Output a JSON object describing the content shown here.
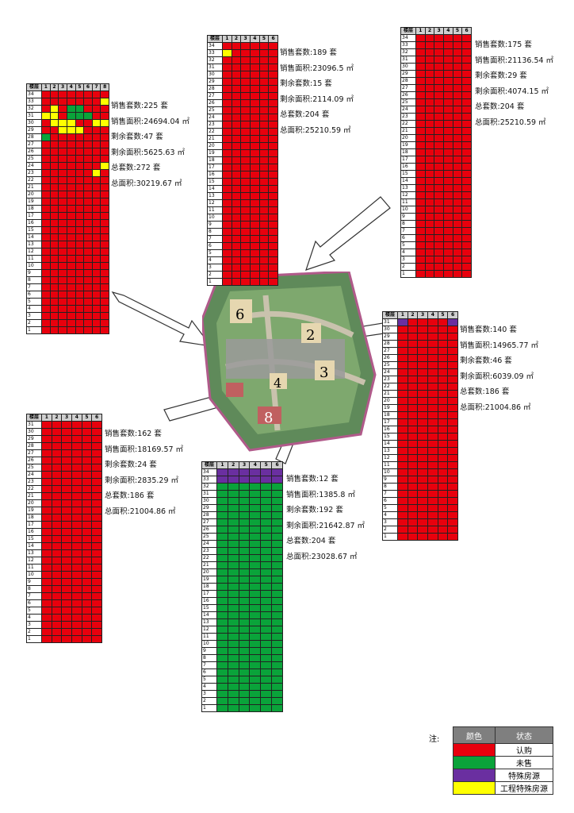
{
  "chart_data": {
    "type": "table",
    "legend": {
      "note": "注:",
      "headers": [
        "颜色",
        "状态"
      ],
      "items": [
        {
          "key": "r",
          "color": "#e8000d",
          "label": "认购"
        },
        {
          "key": "g",
          "color": "#0aa33a",
          "label": "未售"
        },
        {
          "key": "p",
          "color": "#6a2fa0",
          "label": "特殊房源"
        },
        {
          "key": "y",
          "color": "#ffff00",
          "label": "工程特殊房源"
        }
      ]
    },
    "buildings": [
      {
        "id": "left-top",
        "floor_label": "楼层",
        "units": [
          "1",
          "2",
          "3",
          "4",
          "5",
          "6",
          "7",
          "8"
        ],
        "stats": [
          "销售套数:225 套",
          "销售面积:24694.04 ㎡",
          "剩余套数:47 套",
          "剩余面积:5625.63 ㎡",
          "总套数:272 套",
          "总面积:30219.67 ㎡"
        ],
        "rows": [
          "rrrrrrrr",
          "rrrrrrry",
          "ryrggrrr",
          "yyrgggrr",
          "ryyyrryy",
          "rryyyrrr",
          "grrrrrrr",
          "rrrrrrrr",
          "rrrrrrrr",
          "rrrrrrrr",
          "rrrrrrry",
          "rrrrrryr",
          "rrrrrrrr",
          "rrrrrrrr",
          "rrrrrrrr",
          "rrrrrrrr",
          "rrrrrrrr",
          "rrrrrrrr",
          "rrrrrrrr",
          "rrrrrrrr",
          "rrrrrrrr",
          "rrrrrrrr",
          "rrrrrrrr",
          "rrrrrrrr",
          "rrrrrrrr",
          "rrrrrrrr",
          "rrrrrrrr",
          "rrrrrrrr",
          "rrrrrrrr",
          "rrrrrrrr",
          "rrrrrrrr",
          "rrrrrrrr",
          "rrrrrrrr",
          "rrrrrrrr"
        ]
      },
      {
        "id": "center-top",
        "floor_label": "楼层",
        "units": [
          "1",
          "2",
          "3",
          "4",
          "5",
          "6"
        ],
        "stats": [
          "销售套数:189 套",
          "销售面积:23096.5 ㎡",
          "剩余套数:15 套",
          "剩余面积:2114.09 ㎡",
          "总套数:204 套",
          "总面积:25210.59 ㎡"
        ],
        "rows": [
          "rrrrrr",
          "yrrrrr",
          "rrrrrr",
          "rrrrrr",
          "rrrrrr",
          "rrrrrr",
          "rrrrrr",
          "rrrrrr",
          "rrrrrr",
          "rrrrrr",
          "rrrrrr",
          "rrrrrr",
          "rrrrrr",
          "rrrrrr",
          "rrrrrr",
          "rrrrrr",
          "rrrrrr",
          "rrrrrr",
          "rrrrrr",
          "rrrrrr",
          "rrrrrr",
          "rrrrrr",
          "rrrrrr",
          "rrrrrr",
          "rrrrrr",
          "rrrrrr",
          "rrrrrr",
          "rrrrrr",
          "rrrrrr",
          "rrrrrr",
          "rrrrrr",
          "rrrrrr",
          "rrrrrr",
          "rrrrrr"
        ]
      },
      {
        "id": "right-top",
        "floor_label": "楼层",
        "units": [
          "1",
          "2",
          "3",
          "4",
          "5",
          "6"
        ],
        "stats": [
          "销售套数:175 套",
          "销售面积:21136.54 ㎡",
          "剩余套数:29 套",
          "剩余面积:4074.15 ㎡",
          "总套数:204 套",
          "总面积:25210.59 ㎡"
        ],
        "rows": [
          "rrrrrr",
          "rrrrrr",
          "rrrrrr",
          "rrrrrr",
          "rrrrrr",
          "rrrrrr",
          "rrrrrr",
          "rrrrrr",
          "rrrrrr",
          "rrrrrr",
          "rrrrrr",
          "rrrrrr",
          "rrrrrr",
          "rrrrrr",
          "rrrrrr",
          "rrrrrr",
          "rrrrrr",
          "rrrrrr",
          "rrrrrr",
          "rrrrrr",
          "rrrrrr",
          "rrrrrr",
          "rrrrrr",
          "rrrrrr",
          "rrrrrr",
          "rrrrrr",
          "rrrrrr",
          "rrrrrr",
          "rrrrrr",
          "rrrrrr",
          "rrrrrr",
          "rrrrrr",
          "rrrrrr",
          "rrrrrr"
        ]
      },
      {
        "id": "right-mid",
        "floor_label": "楼层",
        "units": [
          "1",
          "2",
          "3",
          "4",
          "5",
          "6"
        ],
        "stats": [
          "销售套数:140 套",
          "销售面积:14965.77 ㎡",
          "剩余套数:46 套",
          "剩余面积:6039.09 ㎡",
          "总套数:186 套",
          "总面积:21004.86 ㎡"
        ],
        "rows": [
          "prrrrp",
          "rrrrrr",
          "rrrrrr",
          "rrrrrr",
          "rrrrrr",
          "rrrrrr",
          "rrrrrr",
          "rrrrrr",
          "rrrrrr",
          "rrrrrr",
          "rrrrrr",
          "rrrrrr",
          "rrrrrr",
          "rrrrrr",
          "rrrrrr",
          "rrrrrr",
          "rrrrrr",
          "rrrrrr",
          "rrrrrr",
          "rrrrrr",
          "rrrrrr",
          "rrrrrr",
          "rrrrrr",
          "rrrrrr",
          "rrrrrr",
          "rrrrrr",
          "rrrrrr",
          "rrrrrr",
          "rrrrrr",
          "rrrrrr",
          "rrrrrr"
        ]
      },
      {
        "id": "left-bottom",
        "floor_label": "楼层",
        "units": [
          "1",
          "2",
          "3",
          "4",
          "5",
          "6"
        ],
        "stats": [
          "销售套数:162 套",
          "销售面积:18169.57 ㎡",
          "剩余套数:24 套",
          "剩余面积:2835.29 ㎡",
          "总套数:186 套",
          "总面积:21004.86 ㎡"
        ],
        "rows": [
          "rrrrrr",
          "rrrrrr",
          "rrrrrr",
          "rrrrrr",
          "rrrrrr",
          "rrrrrr",
          "rrrrrr",
          "rrrrrr",
          "rrrrrr",
          "rrrrrr",
          "rrrrrr",
          "rrrrrr",
          "rrrrrr",
          "rrrrrr",
          "rrrrrr",
          "rrrrrr",
          "rrrrrr",
          "rrrrrr",
          "rrrrrr",
          "rrrrrr",
          "rrrrrr",
          "rrrrrr",
          "rrrrrr",
          "rrrrrr",
          "rrrrrr",
          "rrrrrr",
          "rrrrrr",
          "rrrrrr",
          "rrrrrr",
          "rrrrrr",
          "rrrrrr"
        ]
      },
      {
        "id": "center-bottom",
        "floor_label": "楼层",
        "units": [
          "1",
          "2",
          "3",
          "4",
          "5",
          "6"
        ],
        "stats": [
          "销售套数:12 套",
          "销售面积:1385.8 ㎡",
          "剩余套数:192 套",
          "剩余面积:21642.87 ㎡",
          "总套数:204 套",
          "总面积:23028.67 ㎡"
        ],
        "rows": [
          "pppppp",
          "pppppp",
          "gggggg",
          "gggggg",
          "gggggg",
          "gggggg",
          "gggggg",
          "gggggg",
          "gggggg",
          "gggggg",
          "gggggg",
          "gggggg",
          "gggggg",
          "gggggg",
          "gggggg",
          "gggggg",
          "gggggg",
          "gggggg",
          "gggggg",
          "gggggg",
          "gggggg",
          "gggggg",
          "gggggg",
          "gggggg",
          "gggggg",
          "gggggg",
          "gggggg",
          "gggggg",
          "gggggg",
          "gggggg",
          "gggggg",
          "gggggg",
          "gggggg",
          "gggggg"
        ]
      }
    ],
    "site_plan": {
      "building_numbers": [
        "6",
        "2",
        "3",
        "4",
        "8"
      ]
    }
  }
}
